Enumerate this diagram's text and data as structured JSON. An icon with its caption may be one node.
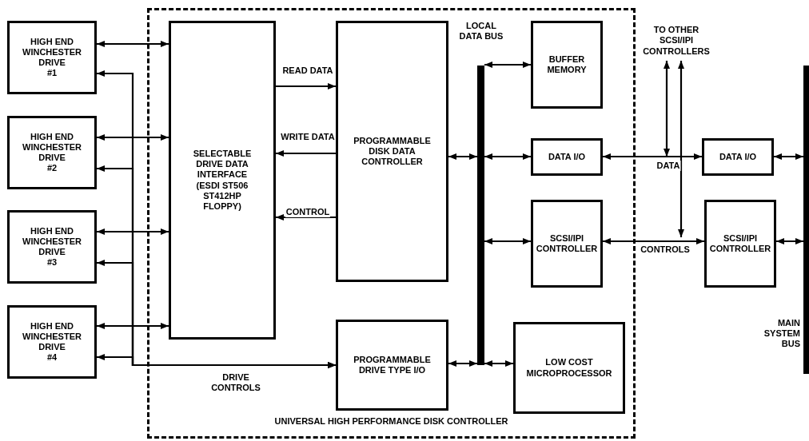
{
  "diagram": {
    "nodes": [
      {
        "text": [
          "UNIVERSAL HIGH PERFORMANCE DISK CONTROLLER"
        ]
      },
      {
        "text": [
          "HIGH END WINCHESTER DRIVE",
          "#1"
        ]
      },
      {
        "text": [
          "HIGH END WINCHESTER DRIVE",
          "#2"
        ]
      },
      {
        "text": [
          "HIGH END WINCHESTER DRIVE",
          "#3"
        ]
      },
      {
        "text": [
          "HIGH END WINCHESTER DRIVE",
          "#4"
        ]
      },
      {
        "text": [
          "SELECTABLE DRIVE DATA INTERFACE (ESDI ST506 ST412HP FLOPPY)"
        ],
        "in": 0
      },
      {
        "text": [
          "PROGRAMMABLE DISK DATA CONTROLLER"
        ],
        "in": 0
      },
      {
        "text": [
          "PROGRAMMABLE DRIVE TYPE I/O"
        ],
        "in": 0
      },
      {
        "text": [
          "LOCAL DATA BUS"
        ],
        "in": 0
      },
      {
        "text": [
          "BUFFER MEMORY"
        ],
        "in": 0
      },
      {
        "text": [
          "DATA I/O"
        ],
        "in": 0
      },
      {
        "text": [
          "SCSI/IPI CONTROLLER"
        ],
        "in": 0
      },
      {
        "text": [
          "LOW COST MICROPROCESSOR"
        ],
        "in": 0
      },
      {
        "text": [
          "DATA I/O"
        ]
      },
      {
        "text": [
          "SCSI/IPI CONTROLLER"
        ]
      },
      {
        "text": [
          "MAIN SYSTEM BUS"
        ]
      },
      {
        "text": [
          "TO OTHER SCSI/IPI CONTROLLERS"
        ]
      }
    ],
    "edges": [
      {
        "from": 1,
        "to": 5,
        "arrow": "both"
      },
      {
        "from": 2,
        "to": 5,
        "arrow": "both"
      },
      {
        "from": 3,
        "to": 5,
        "arrow": "both"
      },
      {
        "from": 4,
        "to": 5,
        "arrow": "both"
      },
      {
        "from": 1,
        "to": 7,
        "arrow": "both"
      },
      {
        "from": 2,
        "to": 7,
        "arrow": "both"
      },
      {
        "from": 3,
        "to": 7,
        "arrow": "both"
      },
      {
        "from": 4,
        "to": 7,
        "arrow": "both",
        "label": "DRIVE CONTROLS"
      },
      {
        "from": 5,
        "to": 6,
        "arrow": "to",
        "label": "READ DATA"
      },
      {
        "from": 6,
        "to": 5,
        "arrow": "to",
        "label": "WRITE DATA"
      },
      {
        "from": 6,
        "to": 5,
        "arrow": "to",
        "label": "CONTROL"
      },
      {
        "from": 6,
        "to": 8,
        "arrow": "both"
      },
      {
        "from": 7,
        "to": 8,
        "arrow": "both"
      },
      {
        "from": 8,
        "to": 9,
        "arrow": "both"
      },
      {
        "from": 8,
        "to": 10,
        "arrow": "both"
      },
      {
        "from": 8,
        "to": 11,
        "arrow": "both"
      },
      {
        "from": 8,
        "to": 12,
        "arrow": "both"
      },
      {
        "from": 10,
        "to": 13,
        "arrow": "both",
        "label": "DATA"
      },
      {
        "from": 11,
        "to": 14,
        "arrow": "both",
        "label": "CONTROLS"
      },
      {
        "from": null,
        "to": 16,
        "arrow": "both"
      },
      {
        "from": null,
        "to": 16,
        "arrow": "both"
      },
      {
        "from": 13,
        "to": 15,
        "arrow": "both"
      },
      {
        "from": 14,
        "to": 15,
        "arrow": "both"
      }
    ]
  }
}
